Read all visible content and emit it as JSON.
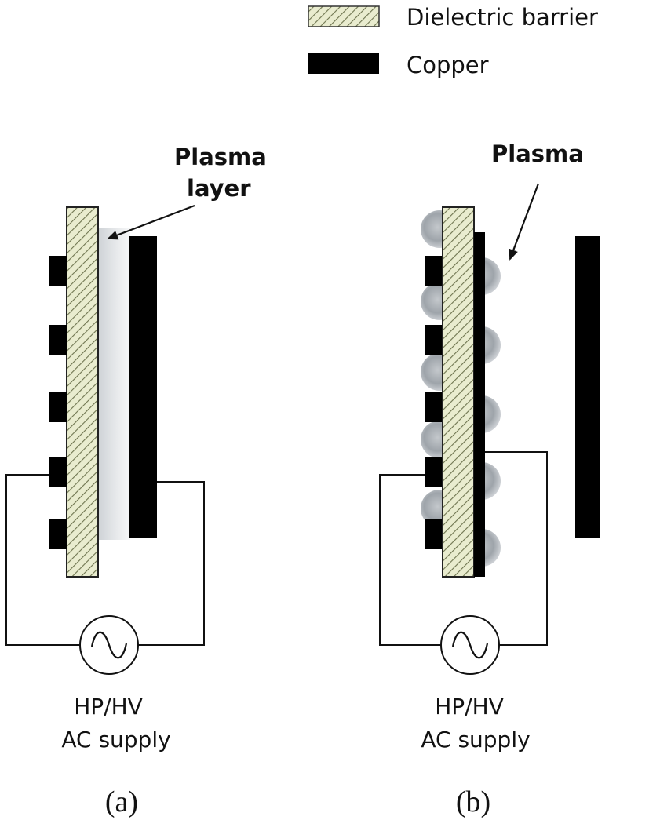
{
  "legend": {
    "dielectric_label": "Dielectric barrier",
    "copper_label": "Copper"
  },
  "panel_a": {
    "annotation_line1": "Plasma",
    "annotation_line2": "layer",
    "supply_line1": "HP/HV",
    "supply_line2": "AC supply",
    "caption": "(a)"
  },
  "panel_b": {
    "annotation": "Plasma",
    "supply_line1": "HP/HV",
    "supply_line2": "AC supply",
    "caption": "(b)"
  },
  "colors": {
    "copper": "#000000",
    "hatch_background": "#e9eccf",
    "hatch_line": "#6f7550",
    "plasma_light": "#e6e8ea",
    "plasma_dark": "#9aa0a6"
  },
  "icons": {
    "ac_source": "sine-wave-icon",
    "arrow": "arrow-icon"
  }
}
